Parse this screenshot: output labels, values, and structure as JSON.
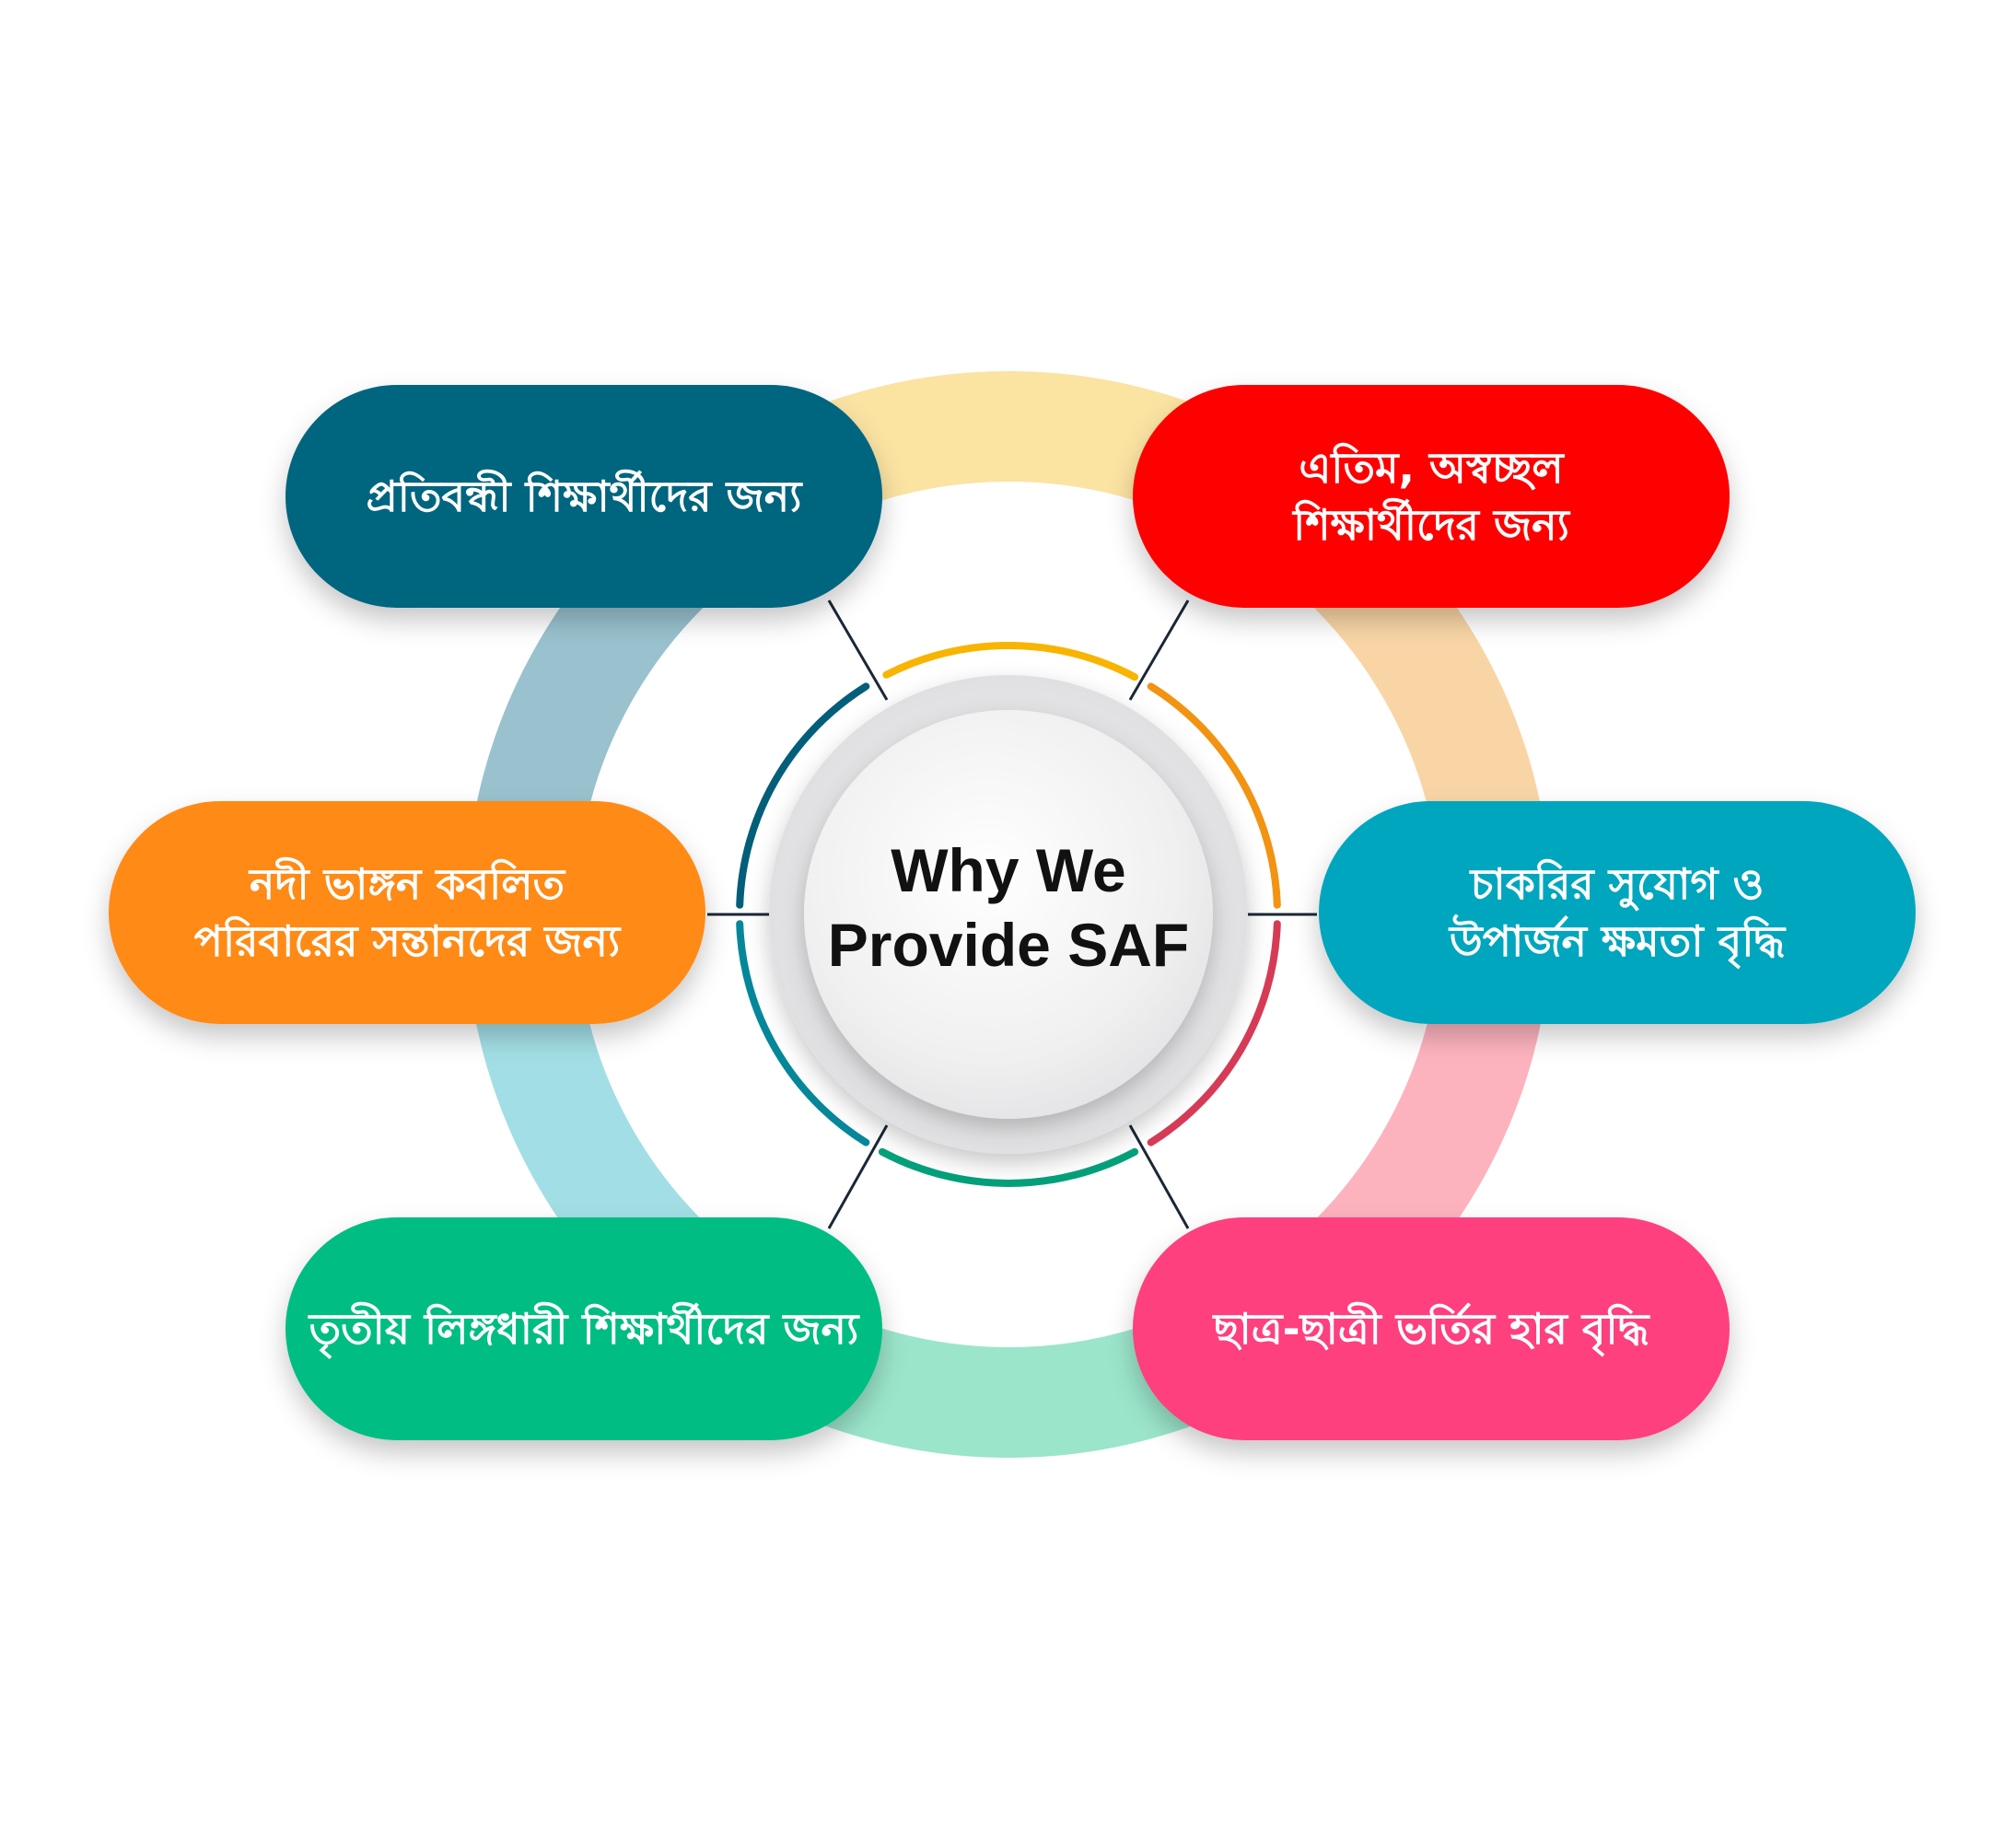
{
  "center": {
    "line1": "Why We",
    "line2": "Provide SAF"
  },
  "items": [
    {
      "id": "disabled-students",
      "lines": [
        "প্রতিবন্ধী শিক্ষার্থীদের জন্য"
      ],
      "color": "#02657F"
    },
    {
      "id": "orphan-poor-students",
      "lines": [
        "এতিম, অস্বচ্ছল",
        "শিক্ষার্থীদের জন্য"
      ],
      "color": "#FE0000"
    },
    {
      "id": "river-erosion-families",
      "lines": [
        "নদী ভাঙ্গন কবলিত",
        "পরিবারের সন্তানদের জন্য"
      ],
      "color": "#FF8A16"
    },
    {
      "id": "job-opportunity",
      "lines": [
        "চাকরির সুযোগ ও",
        "উপার্জন ক্ষমতা বৃদ্ধি"
      ],
      "color": "#04A6BD"
    },
    {
      "id": "third-gender-students",
      "lines": [
        "তৃতীয় লিঙ্গধারী শিক্ষার্থীদের জন্য"
      ],
      "color": "#03BD83"
    },
    {
      "id": "enrollment-rate",
      "lines": [
        "ছাত্র-ছাত্রী ভর্তির হার বৃদ্ধি"
      ],
      "color": "#FE3F7E"
    }
  ],
  "ring_colors": {
    "top": "#FBE3A2",
    "top_right": "#F9D5A6",
    "bottom_right": "#FDB3BE",
    "bottom": "#9BE5CB",
    "bottom_left": "#A2DEE5",
    "top_left": "#99C2CE"
  },
  "inner_arc_colors": {
    "top": "#F8B400",
    "right": "#F29312",
    "bottom_right": "#D63B56",
    "bottom": "#03A07A",
    "left": "#05879A",
    "top_left": "#035E79"
  },
  "connector_color": "#1B2736"
}
